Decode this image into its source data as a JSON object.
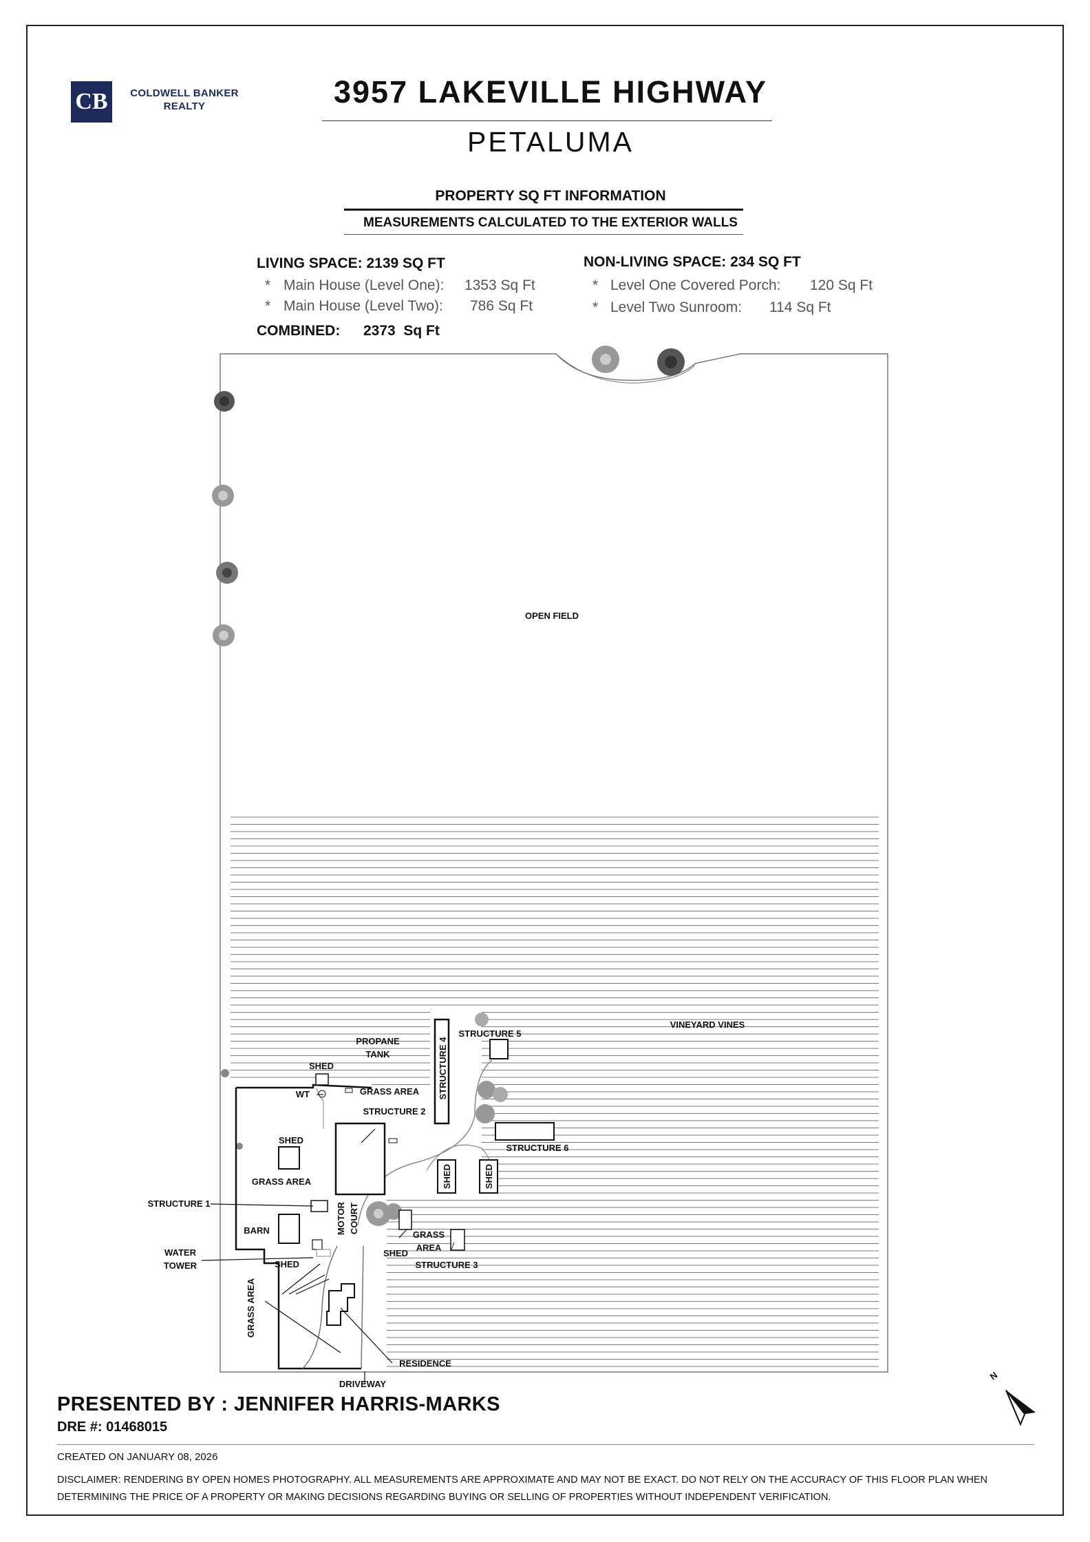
{
  "brand": {
    "logo_glyph": "CB",
    "name_line1": "COLDWELL BANKER",
    "name_line2": "REALTY",
    "color": "#1f2a5c"
  },
  "header": {
    "address": "3957 LAKEVILLE HIGHWAY",
    "city": "PETALUMA"
  },
  "info": {
    "section_title": "PROPERTY SQ FT INFORMATION",
    "section_subtitle": "MEASUREMENTS CALCULATED TO THE EXTERIOR WALLS",
    "living_heading": "LIVING SPACE: 2139 SQ FT",
    "living_items": [
      {
        "label": "Main House (Level One):",
        "value": "1353 Sq Ft"
      },
      {
        "label": "Main House (Level Two):",
        "value": "786 Sq Ft"
      }
    ],
    "combined_label": "COMBINED:",
    "combined_value": "2373  Sq Ft",
    "nonliving_heading": "NON-LIVING SPACE: 234 SQ FT",
    "nonliving_items": [
      {
        "label": "Level One Covered Porch:",
        "value": "120 Sq Ft"
      },
      {
        "label": "Level Two Sunroom:",
        "value": "114 Sq Ft"
      }
    ],
    "bullet": "*"
  },
  "map": {
    "labels": {
      "open_field": "OPEN FIELD",
      "vineyard": "VINEYARD VINES",
      "propane_line1": "PROPANE",
      "propane_line2": "TANK",
      "structure_5": "STRUCTURE 5",
      "structure_4": "STRUCTURE 4",
      "shed_top": "SHED",
      "wt": "WT",
      "grass_area_top": "GRASS AREA",
      "structure_2": "STRUCTURE 2",
      "shed_left": "SHED",
      "structure_6": "STRUCTURE 6",
      "grass_area_left": "GRASS AREA",
      "shed_a": "SHED",
      "shed_b": "SHED",
      "structure_1": "STRUCTURE 1",
      "motor_court_line1": "MOTOR",
      "motor_court_line2": "COURT",
      "barn": "BARN",
      "grass_area_right_line1": "GRASS",
      "grass_area_right_line2": "AREA",
      "water_tower_line1": "WATER",
      "water_tower_line2": "TOWER",
      "shed_lower": "SHED",
      "shed_right": "SHED",
      "structure_3": "STRUCTURE 3",
      "grass_area_vertical": "GRASS AREA",
      "residence": "RESIDENCE",
      "driveway": "DRIVEWAY"
    },
    "north_label": "N"
  },
  "footer": {
    "presented_by": "PRESENTED BY : JENNIFER HARRIS-MARKS",
    "dre": "DRE #: 01468015",
    "created": "CREATED ON JANUARY 08, 2026",
    "disclaimer": "DISCLAIMER: RENDERING BY OPEN HOMES PHOTOGRAPHY. ALL MEASUREMENTS ARE APPROXIMATE AND MAY NOT BE EXACT. DO NOT RELY ON THE ACCURACY OF THIS FLOOR PLAN WHEN DETERMINING THE PRICE OF A PROPERTY OR MAKING DECISIONS REGARDING BUYING OR SELLING OF PROPERTIES WITHOUT INDEPENDENT VERIFICATION."
  }
}
